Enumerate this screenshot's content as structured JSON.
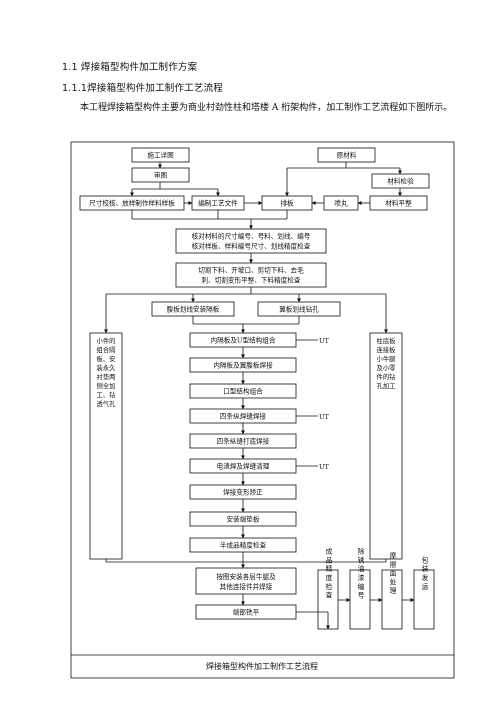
{
  "section_title": "1.1 焊接箱型构件加工制作方案",
  "subsection_title": "1.1.1焊接箱型构件加工制作工艺流程",
  "intro": "本工程焊接箱型构件主要为商业村劲性柱和塔楼 A 桁架构件，加工制作工艺流程如下图所示。",
  "flow": {
    "design_drawing": "施工详图",
    "raw_material": "原材料",
    "review_drawing": "审图",
    "material_inspection": "材料检验",
    "full_scale_loft": "尺寸校核、放样制作样料样板",
    "process_docs": "编制工艺文件",
    "nesting": "排板",
    "shot_blast": "喷丸",
    "material_flatten": "材料平整",
    "check_line1": "核对材料的尺寸编号、号料、划线、编号",
    "check_line2": "核对样板、样料编号尺寸、划线精度检查",
    "cut_line1": "切割下料、开坡口、剪切下料、去毛",
    "cut_line2": "刺、切割变形平整、下料精度检查",
    "diaphragm_marking": "腹板划线安装隔板",
    "flange_drilling": "翼板划线钻孔",
    "left_side": [
      "小件的",
      "组合隔",
      "板、安",
      "装永久",
      "衬垫两",
      "侧全加",
      "工、钻",
      "透气孔"
    ],
    "right_side": [
      "柱底板",
      "连接板",
      "小牛腿",
      "及小零",
      "件的钻",
      "孔加工"
    ],
    "steps": [
      "内隔板及U型结构组合",
      "内隔板及翼腹板焊接",
      "口型结构组合",
      "四条纵焊缝焊接",
      "四条纵缝打底焊接",
      "电渣焊及焊缝清理",
      "焊接变形矫正",
      "安装端垫板",
      "半成品精度检查"
    ],
    "ut_label": "UT",
    "bracket_line1": "按图安装各层牛腿及",
    "bracket_line2": "其他连接件并焊接",
    "end_milling": "端部铣平",
    "qc_vertical": "成品精度检查",
    "rust_vertical": "除锈油漆编号",
    "paint_vertical": "摩擦面处理",
    "ship_vertical": "包装发运",
    "caption": "焊接箱型构件加工制作工艺流程"
  }
}
